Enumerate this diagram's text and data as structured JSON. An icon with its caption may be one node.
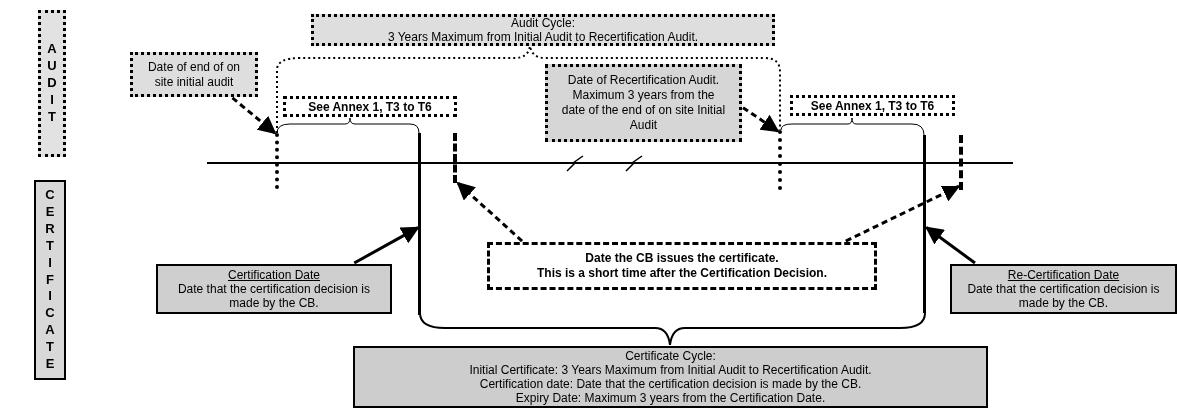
{
  "diagram": {
    "nodes": [
      {
        "text": [
          "AUDIT"
        ]
      },
      {
        "text": [
          "CERTIFICATE"
        ]
      },
      {
        "text": [
          "Date of end of on site initial audit"
        ]
      },
      {
        "text": [
          "Audit Cycle:",
          "3 Years Maximum from Initial Audit to Recertification Audit."
        ]
      },
      {
        "text": [
          "See Annex 1, T3 to T6"
        ]
      },
      {
        "text": [
          "Date of Recertification Audit. Maximum 3 years from the date of the end of on site Initial Audit"
        ]
      },
      {
        "text": [
          "See Annex 1, T3 to T6"
        ]
      },
      {
        "text": [
          "Date the CB issues the certificate.",
          "This is a short time after the Certification Decision."
        ]
      },
      {
        "text": [
          "Certification Date",
          "Date that the certification decision is made by the CB."
        ]
      },
      {
        "text": [
          "Re-Certification Date",
          "Date that the certification decision is made by the CB."
        ]
      },
      {
        "text": [
          "Certificate Cycle:",
          "Initial Certificate:  3 Years Maximum from Initial Audit to Recertification Audit.",
          "Certification date: Date that the certification decision is made by the CB.",
          "Expiry Date: Maximum 3 years from the Certification Date."
        ]
      },
      {
        "text": [],
        "shape": "bar"
      },
      {
        "text": [],
        "shape": "bar"
      },
      {
        "text": [],
        "shape": "bar"
      },
      {
        "text": [],
        "shape": "bar"
      },
      {
        "text": [],
        "shape": "bar"
      },
      {
        "text": [],
        "shape": "bar"
      }
    ],
    "edges": [
      {
        "from": 2,
        "to": 11,
        "arrow": "to",
        "style": "dashed"
      },
      {
        "from": 5,
        "to": 14,
        "arrow": "to",
        "style": "dashed"
      },
      {
        "from": 7,
        "to": 13,
        "arrow": "to",
        "style": "dashed"
      },
      {
        "from": 7,
        "to": 16,
        "arrow": "to",
        "style": "dashed"
      },
      {
        "from": 8,
        "to": 12,
        "arrow": "to"
      },
      {
        "from": 9,
        "to": 15,
        "arrow": "to"
      }
    ]
  }
}
